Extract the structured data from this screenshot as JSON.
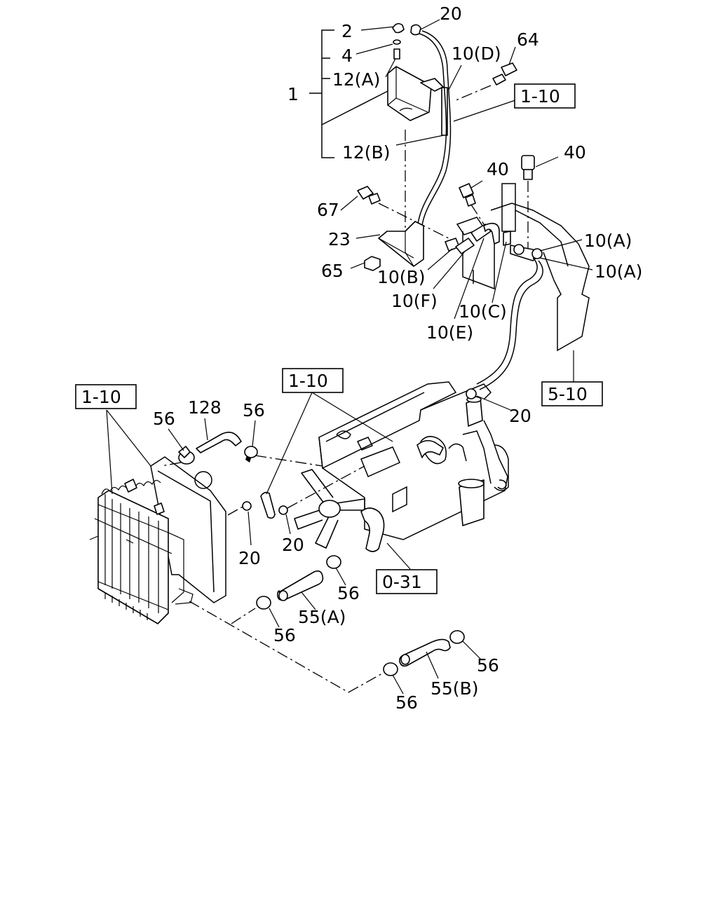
{
  "labels": {
    "p2": "2",
    "p4": "4",
    "p12a": "12(A)",
    "p1": "1",
    "p12b": "12(B)",
    "p20_top": "20",
    "p10d": "10(D)",
    "p64": "64",
    "ref_1_10_top": "1-10",
    "p40_left": "40",
    "p40_right": "40",
    "p67": "67",
    "p23": "23",
    "p65": "65",
    "p10b": "10(B)",
    "p10f": "10(F)",
    "p10e": "10(E)",
    "p10c": "10(C)",
    "p10a_1": "10(A)",
    "p10a_2": "10(A)",
    "ref_5_10": "5-10",
    "p20_mid": "20",
    "ref_1_10_mid": "1-10",
    "ref_1_10_left": "1-10",
    "p128": "128",
    "p56_a": "56",
    "p56_b": "56",
    "p20_c": "20",
    "p20_d": "20",
    "ref_0_31": "0-31",
    "p56_c": "56",
    "p55a": "55(A)",
    "p56_d": "56",
    "p55b": "55(B)",
    "p56_e": "56",
    "p56_f": "56"
  }
}
